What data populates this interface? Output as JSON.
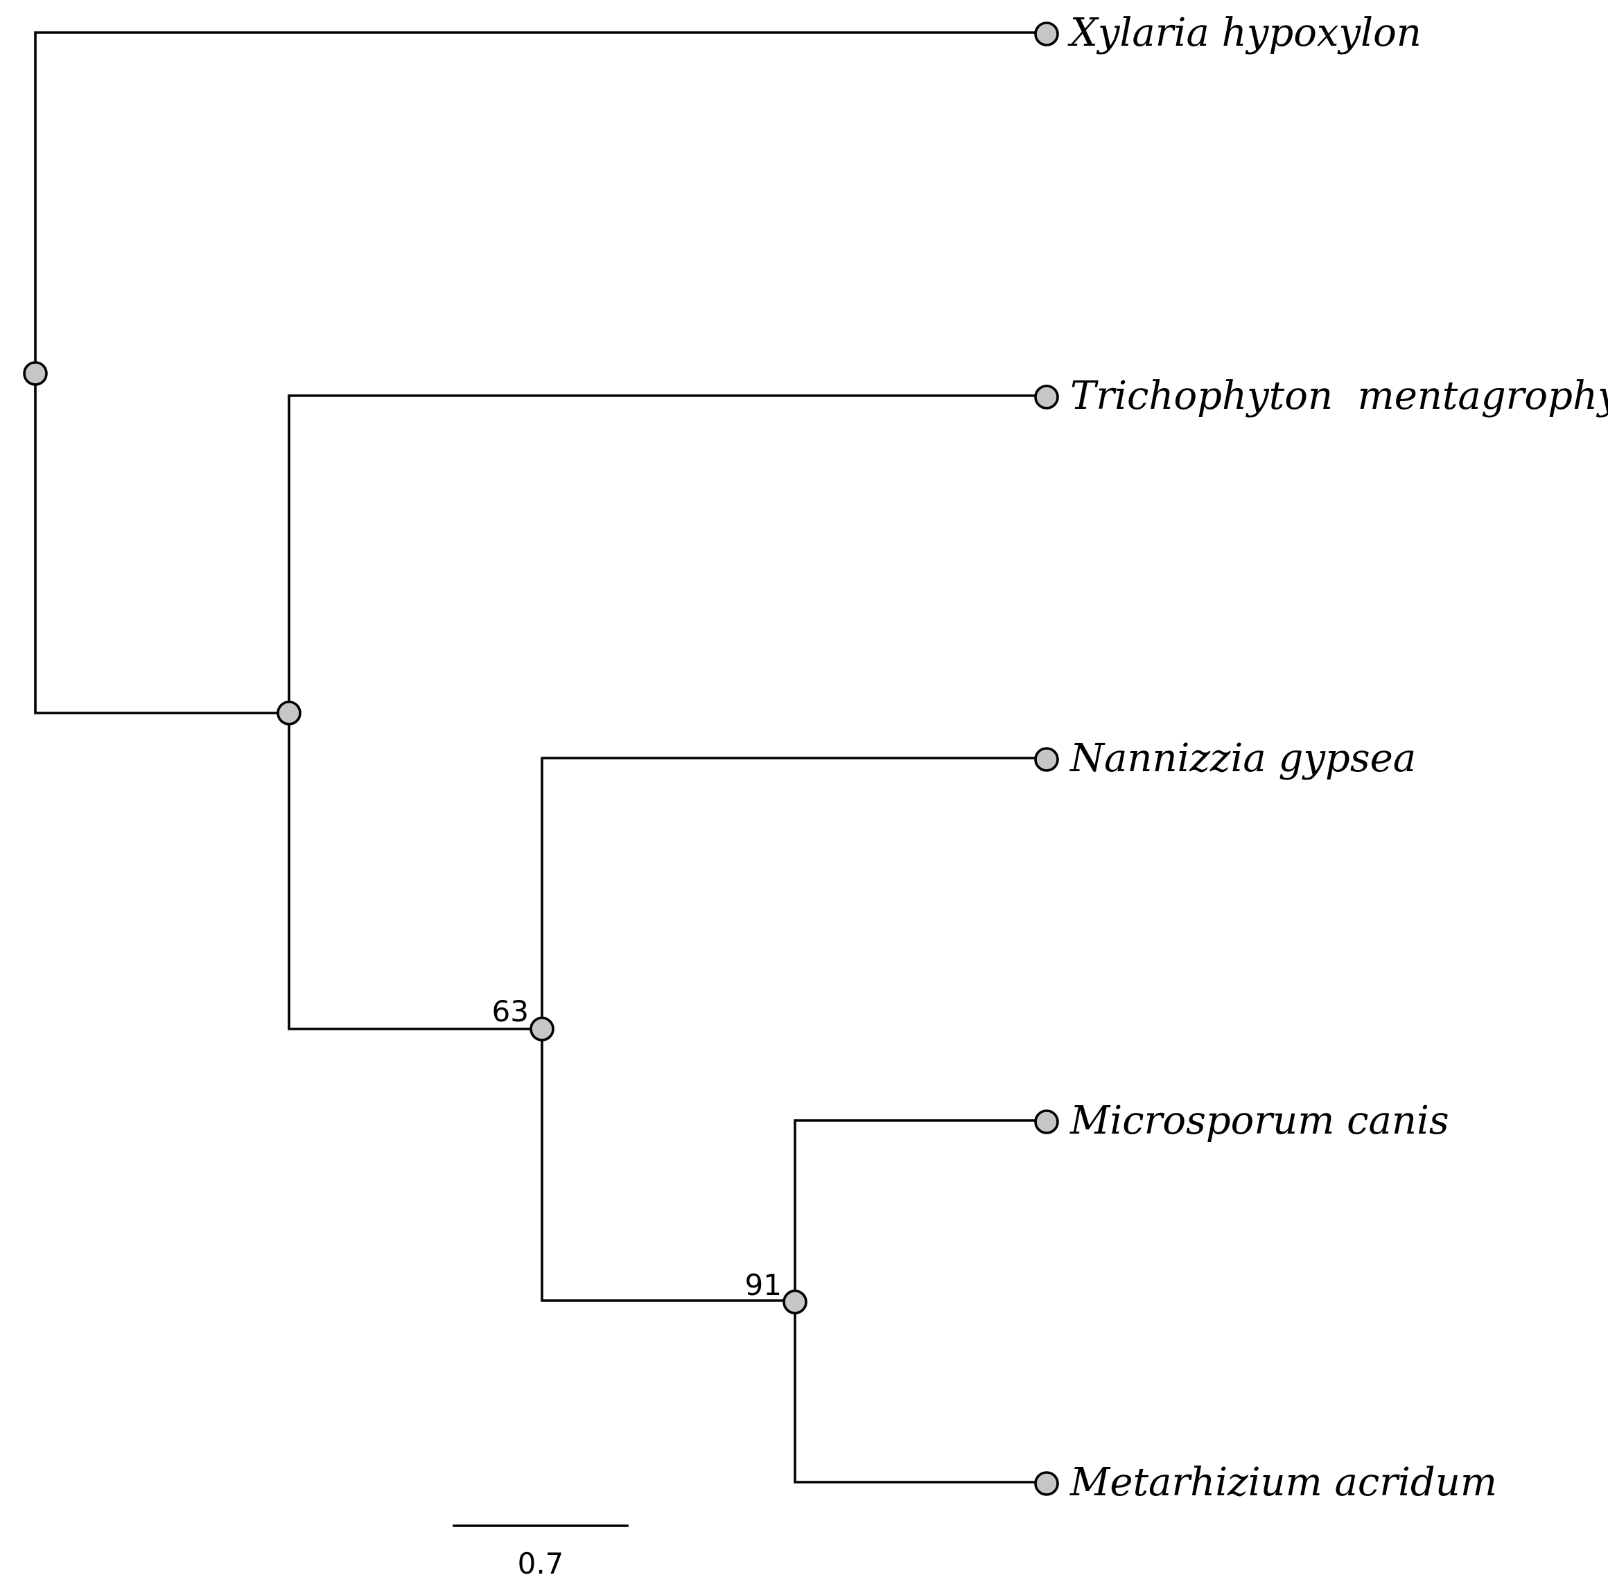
{
  "tree": {
    "taxa": [
      {
        "id": "xylaria",
        "label": "Xylaria hypoxylon"
      },
      {
        "id": "trichophyton",
        "label": "Trichophyton  mentagrophytes"
      },
      {
        "id": "nannizzia",
        "label": "Nannizzia gypsea"
      },
      {
        "id": "microsporum",
        "label": "Microsporum canis"
      },
      {
        "id": "metarhizium",
        "label": "Metarhizium acridum"
      }
    ],
    "clades": [
      {
        "id": "root",
        "members": [
          "xylaria",
          "trichophyton",
          "nannizzia",
          "microsporum",
          "metarhizium"
        ],
        "support": ""
      },
      {
        "id": "ingroup",
        "members": [
          "trichophyton",
          "nannizzia",
          "microsporum",
          "metarhizium"
        ],
        "support": ""
      },
      {
        "id": "clade-63",
        "members": [
          "nannizzia",
          "microsporum",
          "metarhizium"
        ],
        "support": "63"
      },
      {
        "id": "clade-91",
        "members": [
          "microsporum",
          "metarhizium"
        ],
        "support": "91"
      }
    ],
    "scale_bar": {
      "value": 0.7,
      "label": "0.7"
    },
    "colors": {
      "branch": "#000000",
      "node_fill": "#c6c6c6",
      "node_stroke": "#000000",
      "background": "#ffffff"
    }
  }
}
